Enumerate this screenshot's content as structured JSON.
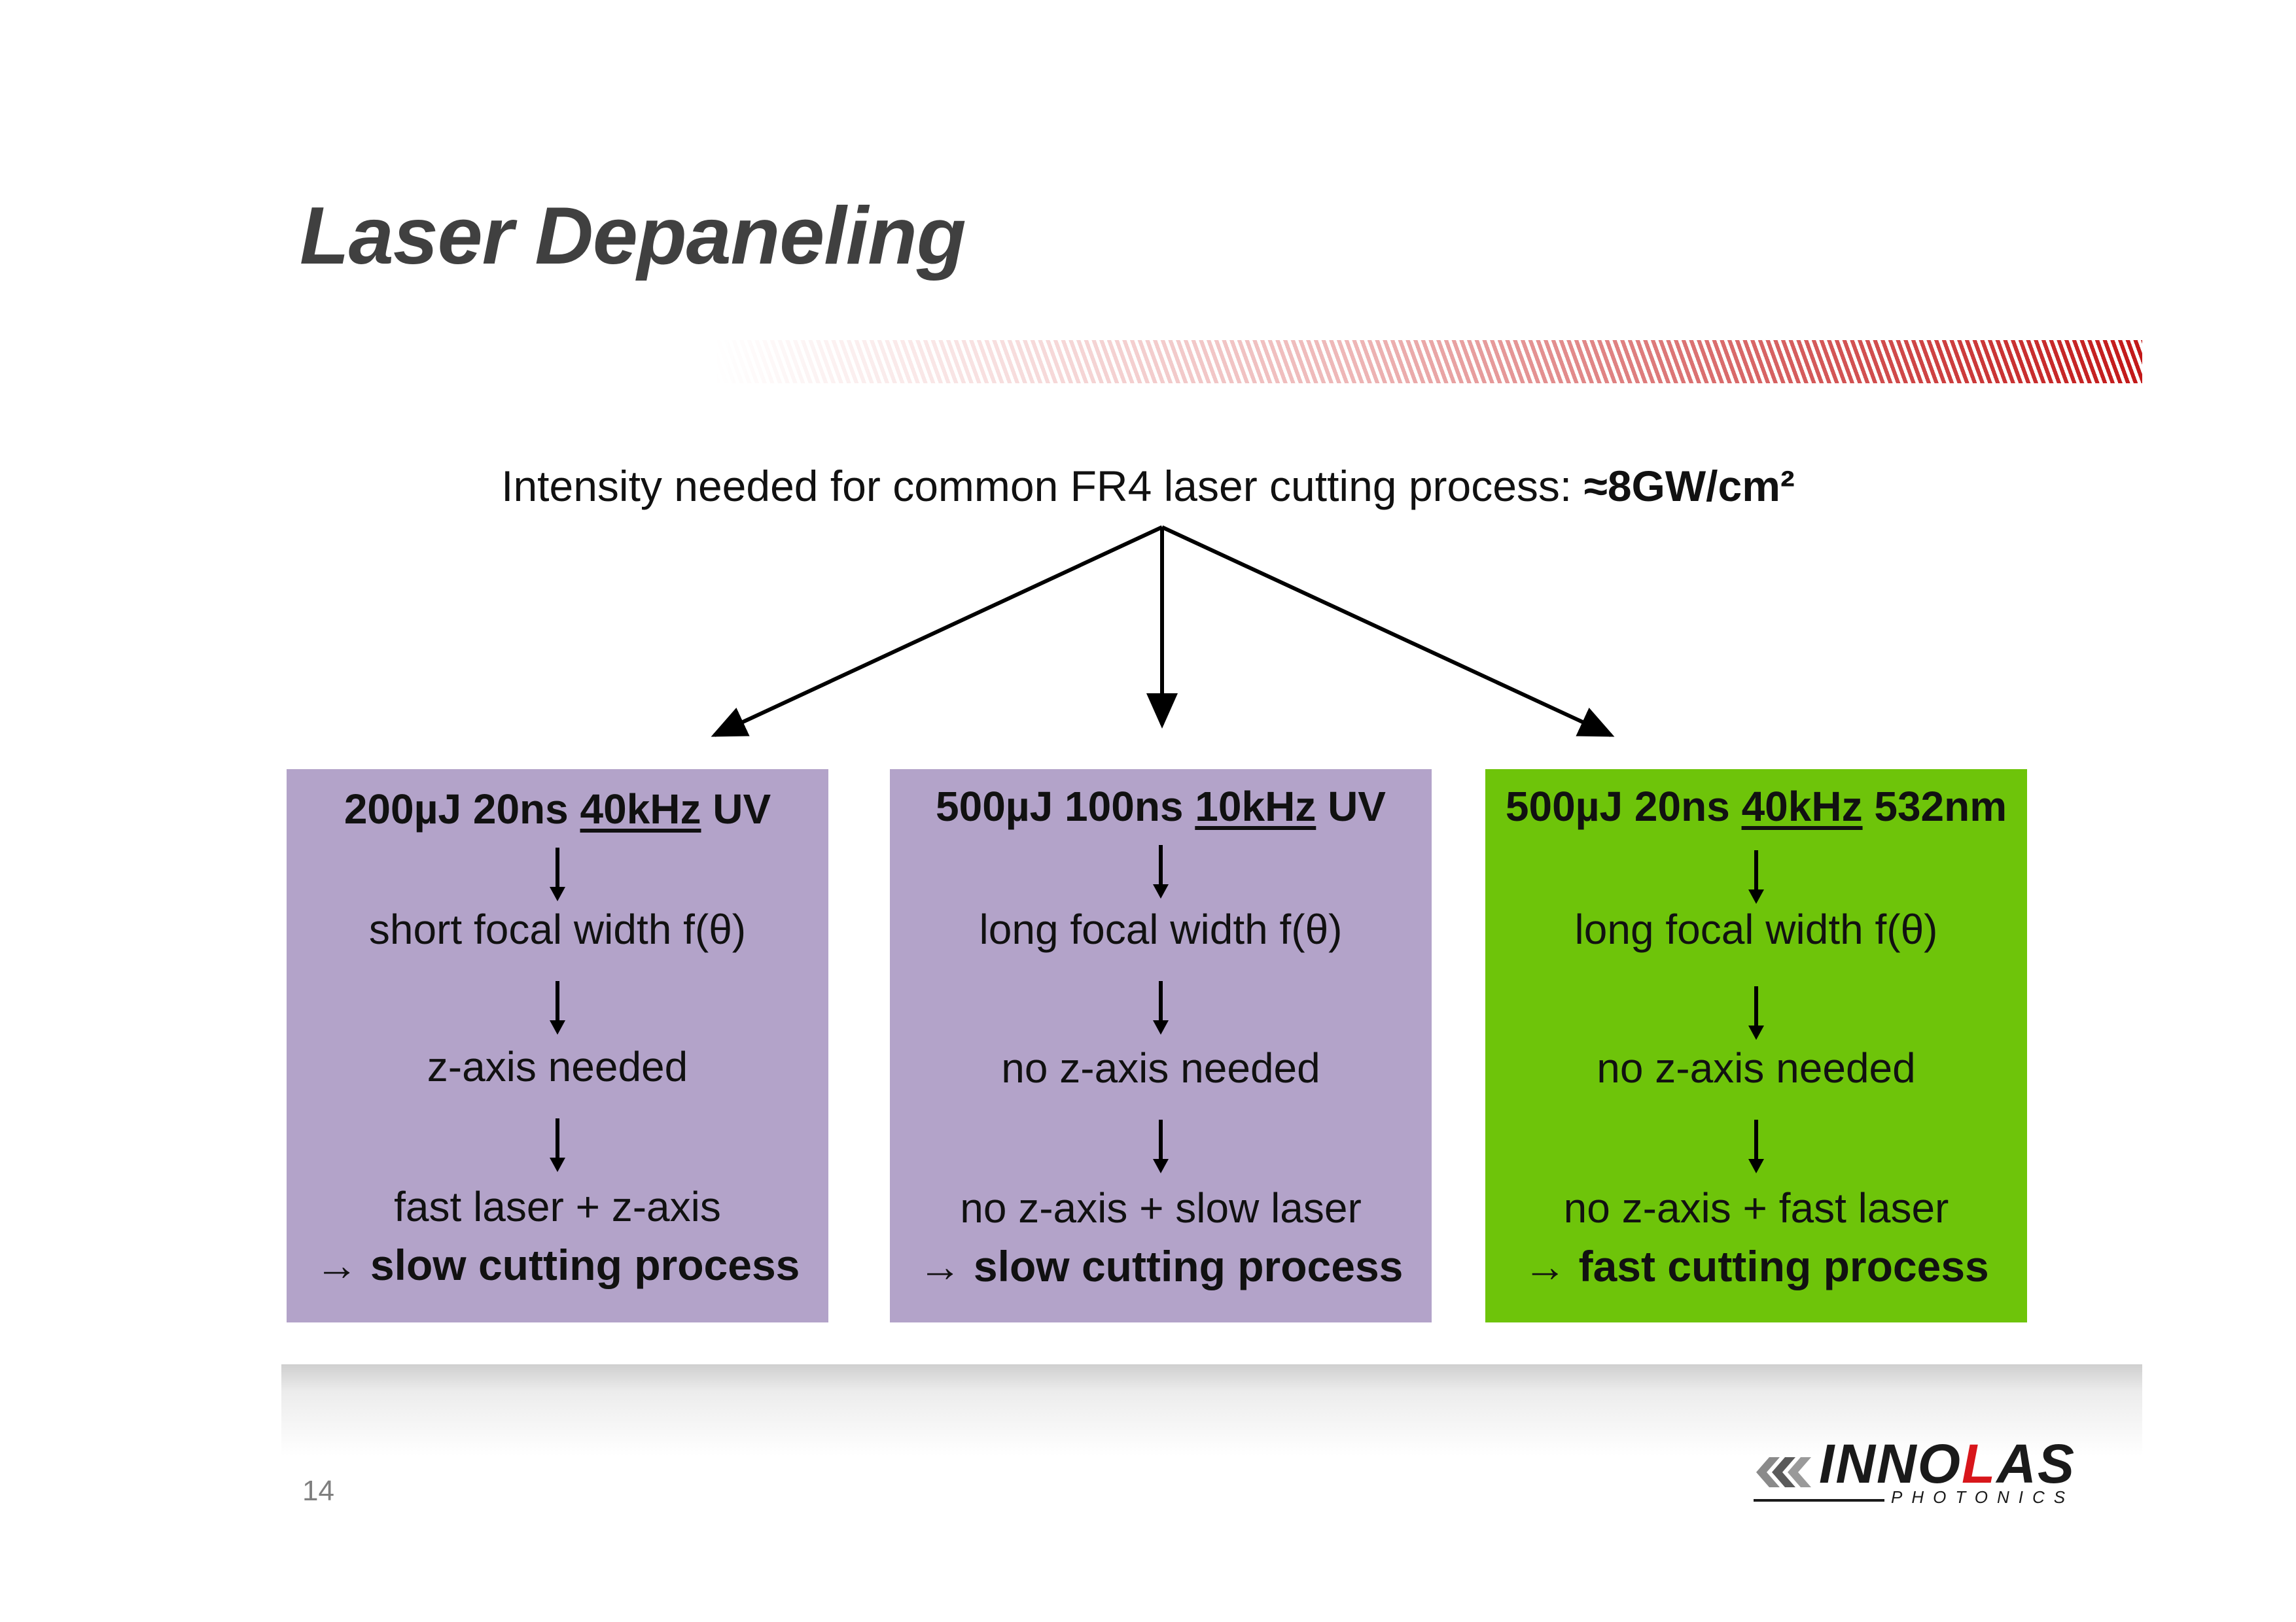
{
  "slide": {
    "title": "Laser Depaneling",
    "page_number": "14"
  },
  "intensity": {
    "text": "Intensity needed for common FR4 laser cutting process: ",
    "value": "≈8GW/cm²"
  },
  "colors": {
    "box_purple": "#b3a3c9",
    "box_green": "#6ec40a",
    "title_gray": "#404040",
    "accent_red": "#c21818"
  },
  "boxes": [
    {
      "head": {
        "a": "200µJ 20ns ",
        "freq": "40kHz",
        "b": " UV"
      },
      "focal": "short focal width f(θ)",
      "zaxis": "z-axis needed",
      "combo": "fast laser + z-axis",
      "result": "→ slow cutting process"
    },
    {
      "head": {
        "a": "500µJ 100ns ",
        "freq": "10kHz",
        "b": " UV"
      },
      "focal": "long focal width f(θ)",
      "zaxis": "no z-axis needed",
      "combo": "no z-axis + slow laser",
      "result": "→ slow cutting process"
    },
    {
      "head": {
        "a": "500µJ 20ns ",
        "freq": "40kHz",
        "b": " 532nm"
      },
      "focal": "long focal width f(θ)",
      "zaxis": "no z-axis needed",
      "combo": "no z-axis + fast laser",
      "result": "→ fast cutting process"
    }
  ],
  "logo": {
    "brand_pre": "INNO",
    "brand_red": "L",
    "brand_post": "AS",
    "subtitle": "PHOTONICS",
    "icon": "double-chevron-icon"
  }
}
